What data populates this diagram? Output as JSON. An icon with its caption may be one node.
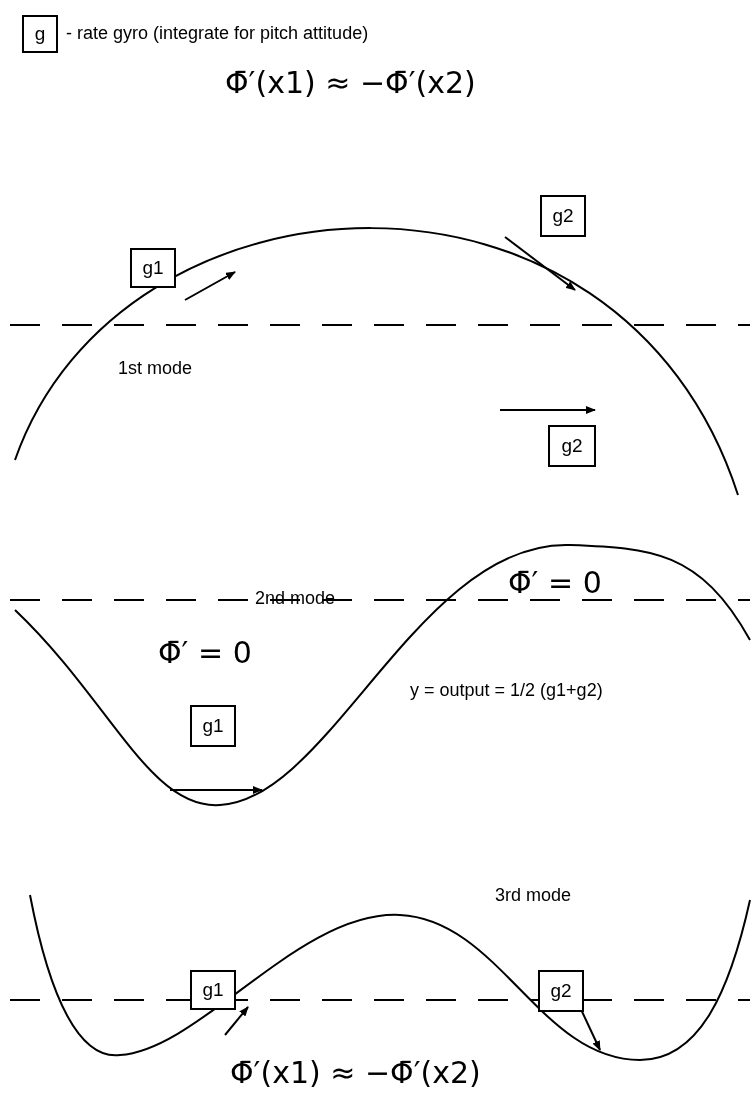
{
  "diagram": {
    "nodes": [
      {
        "text": [
          "g"
        ],
        "beside": [
          "- rate gyro (integrate for pitch attitude)"
        ]
      },
      {
        "text": [
          "g1"
        ]
      },
      {
        "text": [
          "g2"
        ]
      },
      {
        "text": [
          "g2"
        ]
      },
      {
        "text": [
          "g1"
        ]
      },
      {
        "text": [
          "g1"
        ]
      },
      {
        "text": [
          "g2"
        ]
      }
    ],
    "edges": [],
    "labels": [
      "Φ̄′(x1) ≈ −Φ̄′(x2)",
      "1st mode",
      "Φ̄′ = 0",
      "2nd mode",
      "Φ̄′ = 0",
      "y = output = 1/2 (g1+g2)",
      "3rd mode",
      "Φ̄′(x1) ≈ −Φ̄′(x2)"
    ]
  }
}
